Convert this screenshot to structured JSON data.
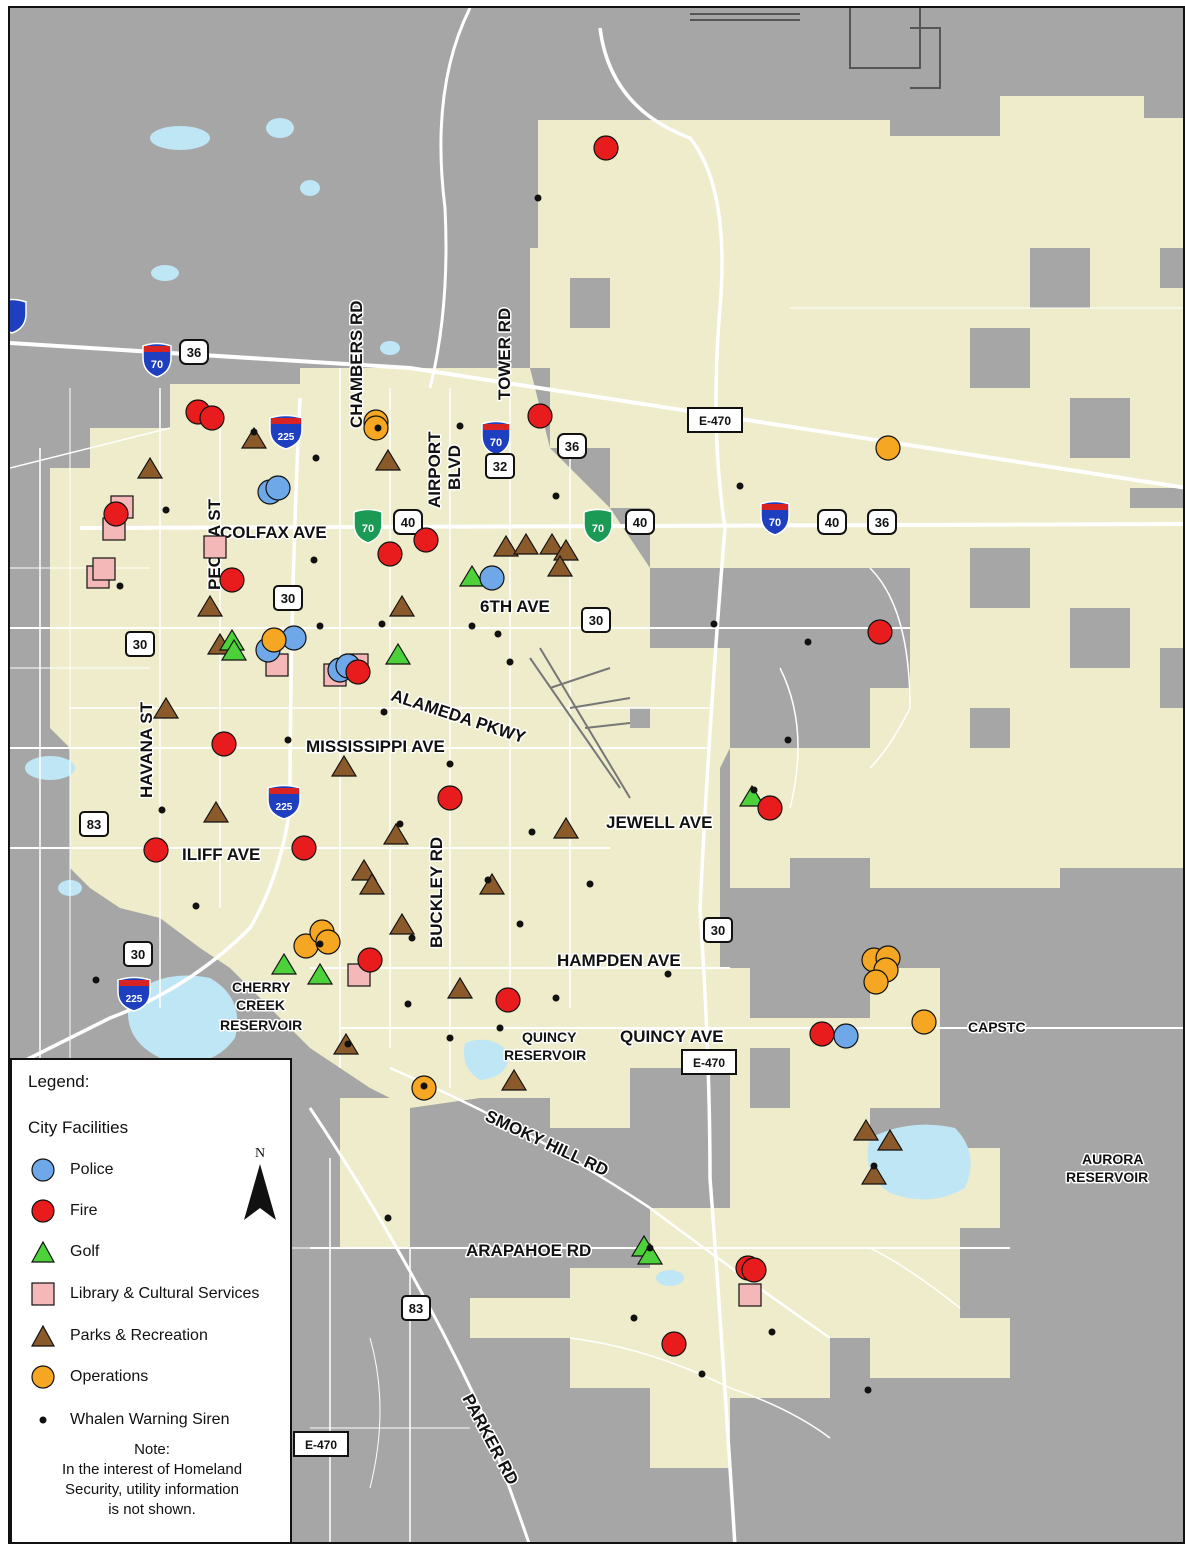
{
  "legend": {
    "title": "Legend:",
    "section": "City Facilities",
    "items": [
      {
        "label": "Police",
        "symbol": "circle",
        "color": "#6fa8e8"
      },
      {
        "label": "Fire",
        "symbol": "circle",
        "color": "#e81c1c"
      },
      {
        "label": "Golf",
        "symbol": "triangle",
        "color": "#4cd13a"
      },
      {
        "label": "Library & Cultural Services",
        "symbol": "square",
        "color": "#f4b8b8"
      },
      {
        "label": "Parks & Recreation",
        "symbol": "triangle",
        "color": "#8b5a2b"
      },
      {
        "label": "Operations",
        "symbol": "circle",
        "color": "#f5a623"
      },
      {
        "label": "Whalen Warning Siren",
        "symbol": "dot",
        "color": "#111111"
      }
    ],
    "north_label": "N",
    "note_lines": [
      "Note:",
      "In the interest of Homeland",
      "Security, utility information",
      "is not shown."
    ]
  },
  "colors": {
    "outside": "#a6a6a6",
    "city": "#eeeccb",
    "water": "#bfe6f5",
    "road": "#ffffff"
  },
  "labels": {
    "chambers": "CHAMBERS RD",
    "tower": "TOWER RD",
    "airport": "AIRPORT",
    "blvd": "BLVD",
    "peoria": "PEORIA ST",
    "colfax": "COLFAX AVE",
    "sixth": "6TH AVE",
    "alameda": "ALAMEDA PKWY",
    "havana": "HAVANA ST",
    "mississippi": "MISSISSIPPI AVE",
    "iliff": "ILIFF AVE",
    "buckley": "BUCKLEY RD",
    "jewell": "JEWELL AVE",
    "hampden": "HAMPDEN AVE",
    "cherry1": "CHERRY",
    "cherry2": "CREEK",
    "cherry3": "RESERVOIR",
    "quincyres1": "QUINCY",
    "quincyres2": "RESERVOIR",
    "quincy": "QUINCY AVE",
    "capstc": "CAPSTC",
    "smoky": "SMOKY HILL RD",
    "aurora1": "AURORA",
    "aurora2": "RESERVOIR",
    "arapahoe": "ARAPAHOE RD",
    "parker": "PARKER RD"
  },
  "shields": {
    "i70": "70",
    "i225": "225",
    "us36": "36",
    "us40": "40",
    "us30": "30",
    "us32": "32",
    "us83": "83",
    "e470": "E-470"
  }
}
